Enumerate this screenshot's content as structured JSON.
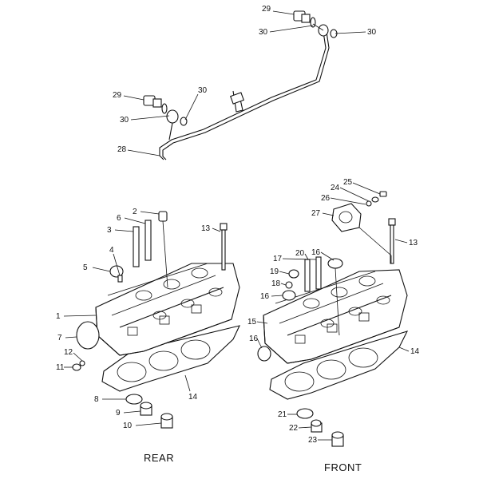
{
  "views": {
    "rear": "REAR",
    "front": "FRONT"
  },
  "callouts": {
    "c29_top": "29",
    "c30_top_a": "30",
    "c30_top_b": "30",
    "c29_mid": "29",
    "c30_mid_a": "30",
    "c30_mid_b": "30",
    "c28": "28",
    "c2": "2",
    "c6": "6",
    "c3": "3",
    "c13_left": "13",
    "c4": "4",
    "c5": "5",
    "c1": "1",
    "c7": "7",
    "c12": "12",
    "c11": "11",
    "c8": "8",
    "c9": "9",
    "c10": "10",
    "c14_left": "14",
    "c25": "25",
    "c24": "24",
    "c26": "26",
    "c27": "27",
    "c13_right": "13",
    "c20": "20",
    "c17": "17",
    "c16_top": "16",
    "c19": "19",
    "c18": "18",
    "c16_mid": "16",
    "c15": "15",
    "c16_low": "16",
    "c14_right": "14",
    "c21": "21",
    "c22": "22",
    "c23": "23"
  }
}
